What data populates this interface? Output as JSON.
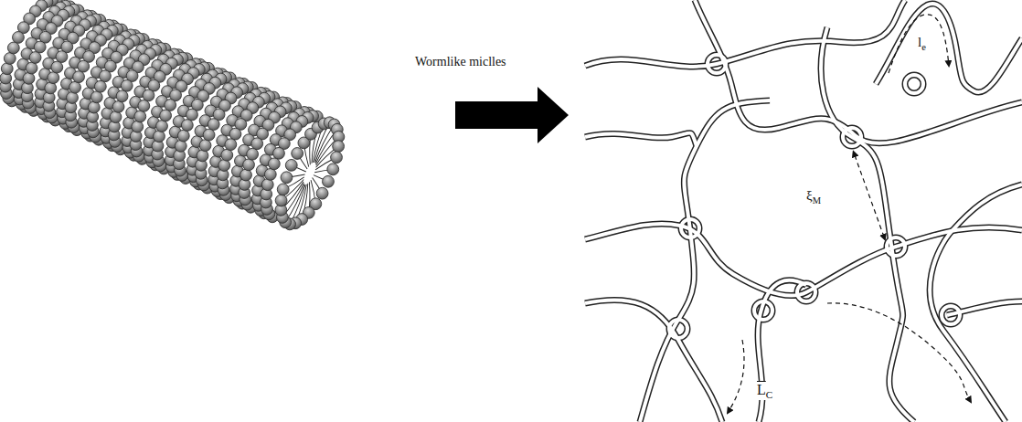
{
  "diagram": {
    "labels": [
      "Wormlike miclles",
      "le",
      "ξM",
      "LC"
    ]
  }
}
